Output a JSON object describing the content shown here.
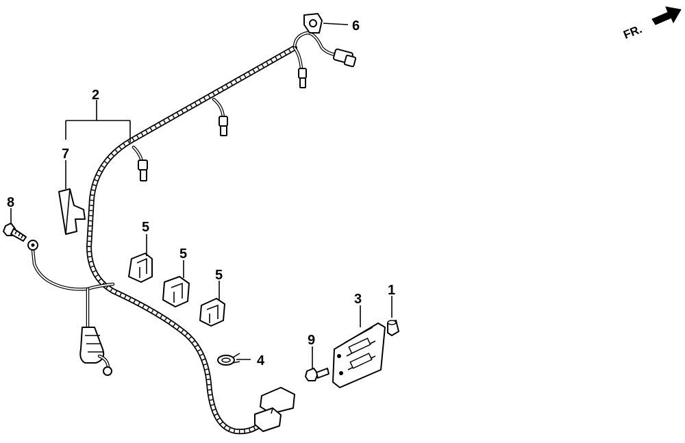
{
  "callouts": {
    "c1": "1",
    "c2": "2",
    "c3": "3",
    "c4": "4",
    "c5a": "5",
    "c5b": "5",
    "c5c": "5",
    "c6": "6",
    "c7": "7",
    "c8": "8",
    "c9": "9"
  },
  "front_label": "FR.",
  "icons": {
    "front_arrow": "arrow-right-icon"
  }
}
